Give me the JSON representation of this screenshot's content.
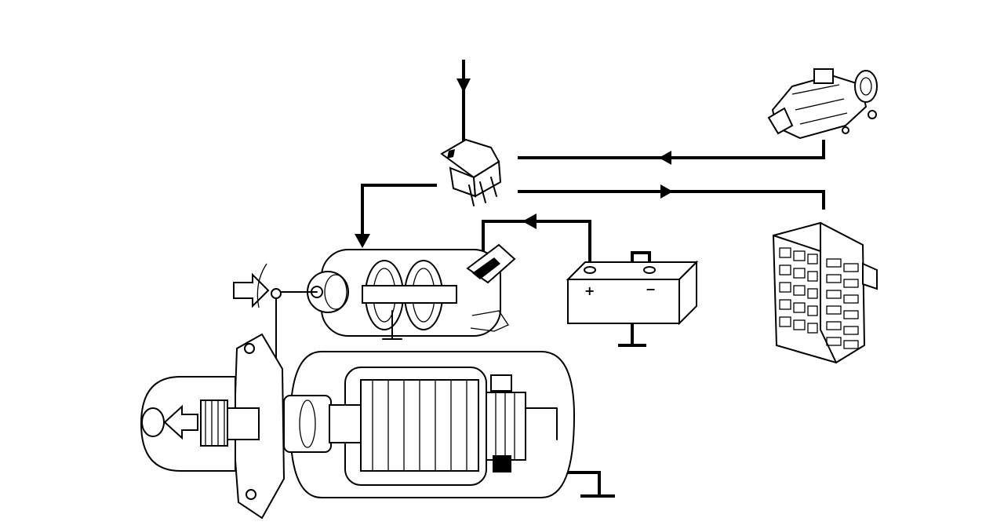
{
  "diagram": {
    "components": [
      {
        "id": "ignition-switch",
        "icon": "ignition-switch-icon"
      },
      {
        "id": "fuse-box",
        "icon": "fuse-box-icon"
      },
      {
        "id": "connector",
        "icon": "connector-icon"
      },
      {
        "id": "battery",
        "icon": "battery-icon"
      },
      {
        "id": "starter-motor",
        "icon": "starter-motor-icon"
      },
      {
        "id": "solenoid",
        "icon": "solenoid-icon"
      }
    ],
    "battery": {
      "positive_symbol": "+",
      "negative_symbol": "−"
    },
    "connections": [
      {
        "from": "ignition-switch",
        "to": "connector",
        "arrow": "left"
      },
      {
        "from": "connector",
        "to": "fuse-box",
        "arrow": "right"
      },
      {
        "from": "battery",
        "to": "solenoid",
        "arrow": "left"
      },
      {
        "from": "connector",
        "to": "solenoid",
        "arrow": "down"
      }
    ],
    "colors": {
      "line": "#000000",
      "background": "#ffffff"
    }
  }
}
